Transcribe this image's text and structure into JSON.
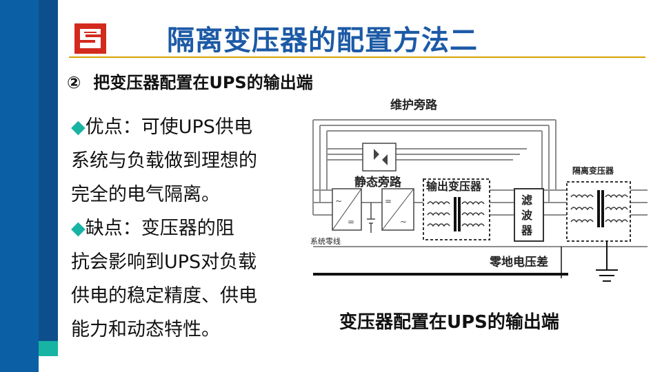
{
  "slide": {
    "title": "隔离变压器的配置方法二",
    "subtitle_num": "②",
    "subtitle_text": "把变压器配置在UPS的输出端",
    "bullets": [
      {
        "marker": "◆",
        "label": "优点：",
        "lines": [
          "可使UPS供电",
          "系统与负载做到理想的",
          "完全的电气隔离。"
        ]
      },
      {
        "marker": "◆",
        "label": "缺点：",
        "lines": [
          "变压器的阻",
          "抗会影响到UPS对负载",
          "供电的稳定精度、供电",
          "能力和动态特性。"
        ]
      }
    ],
    "caption": "变压器配置在UPS的输出端"
  },
  "diagram": {
    "labels": {
      "maintenance_bypass": "维护旁路",
      "static_bypass": "静态旁路",
      "output_transformer": "输出变压器",
      "filter": [
        "滤",
        "波",
        "器"
      ],
      "isolation_transformer": "隔离变压器",
      "system_neutral": "系统零线",
      "neutral_ground_voltage": "零地电压差"
    }
  },
  "colors": {
    "accent_blue": "#0b5fa5",
    "title_blue": "#1c5aa6",
    "rule_gold": "#d8a200",
    "teal": "#19b3a4"
  },
  "icons": {
    "logo": "company-logo-icon",
    "bullet": "diamond-bullet-icon"
  }
}
